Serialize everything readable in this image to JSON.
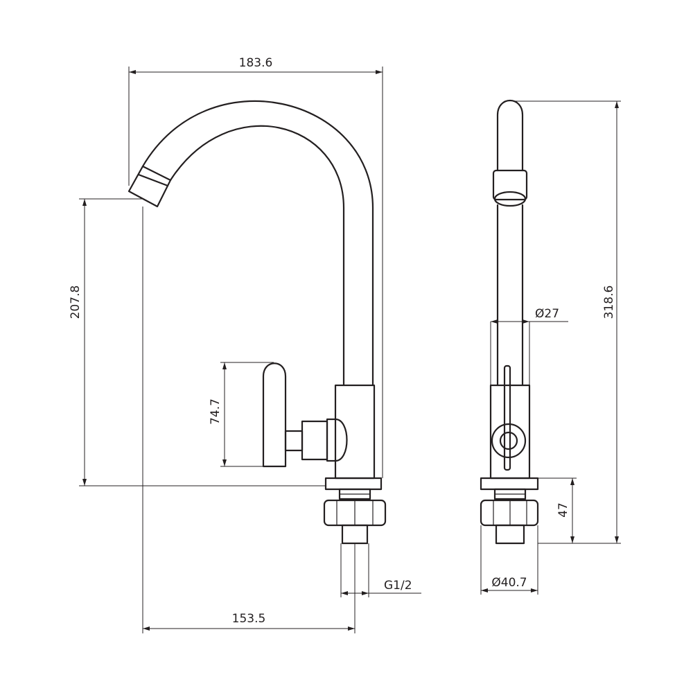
{
  "dimensions": {
    "total_width": "183.6",
    "spout_height": "207.8",
    "handle_height": "74.7",
    "total_height": "318.6",
    "body_diameter": "Ø27",
    "thread": "G1/2",
    "spout_reach": "153.5",
    "base_height": "47",
    "base_diameter": "Ø40.7"
  },
  "colors": {
    "line": "#231f20",
    "background": "#ffffff"
  }
}
